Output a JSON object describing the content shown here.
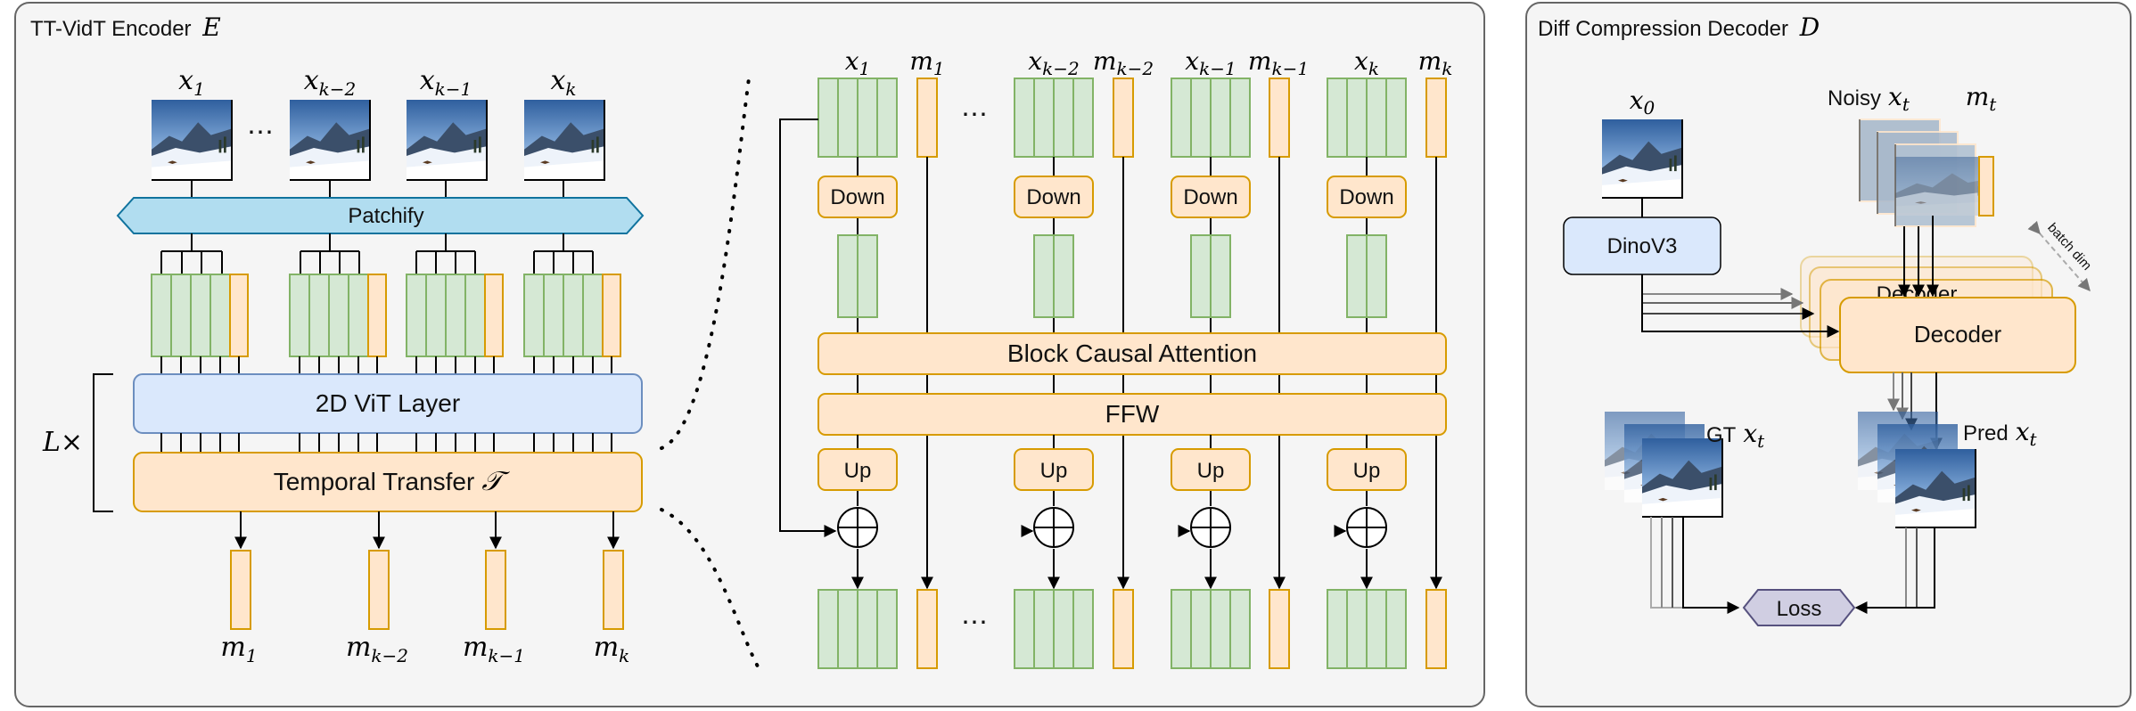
{
  "panels": {
    "encoder": {
      "title": "TT-VidT Encoder",
      "symbol": "E"
    },
    "decoder": {
      "title": "Diff Compression Decoder",
      "symbol": "D"
    }
  },
  "encoder": {
    "frames": [
      {
        "var": "x",
        "sub": "1"
      },
      {
        "var": "x",
        "sub": "k−2"
      },
      {
        "var": "x",
        "sub": "k−1"
      },
      {
        "var": "x",
        "sub": "k"
      }
    ],
    "patchify": "Patchify",
    "vit_layer": "2D ViT Layer",
    "temporal_transfer": "Temporal Transfer",
    "temporal_symbol": "𝒯",
    "repeat": "L×",
    "outputs": [
      {
        "var": "m",
        "sub": "1"
      },
      {
        "var": "m",
        "sub": "k−2"
      },
      {
        "var": "m",
        "sub": "k−1"
      },
      {
        "var": "m",
        "sub": "k"
      }
    ],
    "ellipsis": "⋯"
  },
  "detail": {
    "columns": [
      {
        "x": {
          "var": "x",
          "sub": "1"
        },
        "m": {
          "var": "m",
          "sub": "1"
        }
      },
      {
        "x": {
          "var": "x",
          "sub": "k−2"
        },
        "m": {
          "var": "m",
          "sub": "k−2"
        }
      },
      {
        "x": {
          "var": "x",
          "sub": "k−1"
        },
        "m": {
          "var": "m",
          "sub": "k−1"
        }
      },
      {
        "x": {
          "var": "x",
          "sub": "k"
        },
        "m": {
          "var": "m",
          "sub": "k"
        }
      }
    ],
    "down": "Down",
    "up": "Up",
    "attention": "Block Causal Attention",
    "ffw": "FFW",
    "ellipsis": "⋯"
  },
  "decoder": {
    "input": {
      "var": "x",
      "sub": "0"
    },
    "noisy_prefix": "Noisy",
    "noisy_x": {
      "var": "x",
      "sub": "t"
    },
    "noisy_m": {
      "var": "m",
      "sub": "t"
    },
    "dino": "DinoV3",
    "decoder_label": "Decoder",
    "decoder_ghost": "Decoder",
    "batch_dim": "batch dim",
    "gt_prefix": "GT",
    "gt_x": {
      "var": "x",
      "sub": "t"
    },
    "pred_prefix": "Pred",
    "pred_x": {
      "var": "x",
      "sub": "t"
    },
    "loss": "Loss"
  },
  "colors": {
    "panel_fill": "#f5f5f5",
    "panel_stroke": "#666666",
    "green_fill": "#d5e8d4",
    "green_stroke": "#82b366",
    "orange_fill": "#ffe6cc",
    "orange_stroke": "#d79b00",
    "blue_fill": "#dae8fc",
    "blue_stroke": "#6c8ebf",
    "patchify_fill": "#b1ddf0",
    "patchify_stroke": "#10739e",
    "loss_fill": "#d0cee2",
    "loss_stroke": "#56517e"
  }
}
